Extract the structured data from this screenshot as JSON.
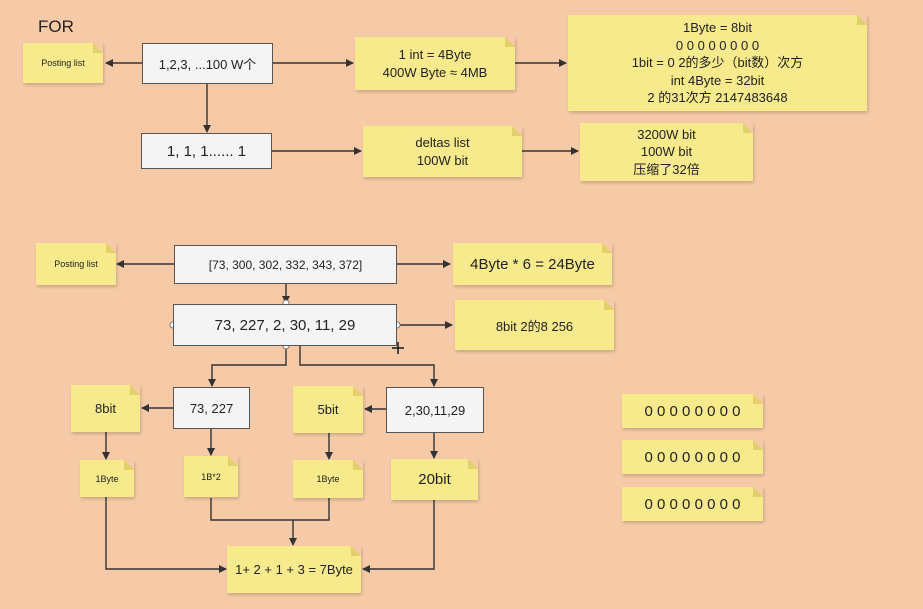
{
  "title": "FOR",
  "top": {
    "posting_list": "Posting list",
    "ids": "1,2,3, ...100 W个",
    "int_note": [
      "1 int = 4Byte",
      "400W Byte ≈ 4MB"
    ],
    "byte_note": [
      "1Byte = 8bit",
      "0 0 0 0 0 0 0 0",
      "1bit = 0   2的多少（bit数）次方",
      "int 4Byte = 32bit",
      "2 的31次方  2147483648"
    ],
    "deltas": "1,  1,  1...... 1",
    "deltas_note": [
      "deltas list",
      "100W bit"
    ],
    "compress_note": [
      "3200W bit",
      "100W bit",
      "压缩了32倍"
    ]
  },
  "bottom": {
    "posting_list": "Posting list",
    "raw": "[73,  300,  302,  332,  343,  372]",
    "raw_size": "4Byte * 6 = 24Byte",
    "deltas": "73,  227,  2,  30,  11,  29",
    "deltas_size": "8bit    2的8   256",
    "left_group": "73,  227",
    "left_bits": "8bit",
    "left_bytes": "1B*2",
    "left_far_bytes": "1Byte",
    "right_group": "2,30,11,29",
    "right_bits": "5bit",
    "right_total": "20bit",
    "right_bytes": "1Byte",
    "sum": "1+ 2 + 1 + 3 = 7Byte"
  },
  "side_notes": [
    "0 0 0 0 0 0 0 0",
    "0 0 0 0 0 0 0 0",
    "0 0 0 0 0 0 0 0"
  ]
}
